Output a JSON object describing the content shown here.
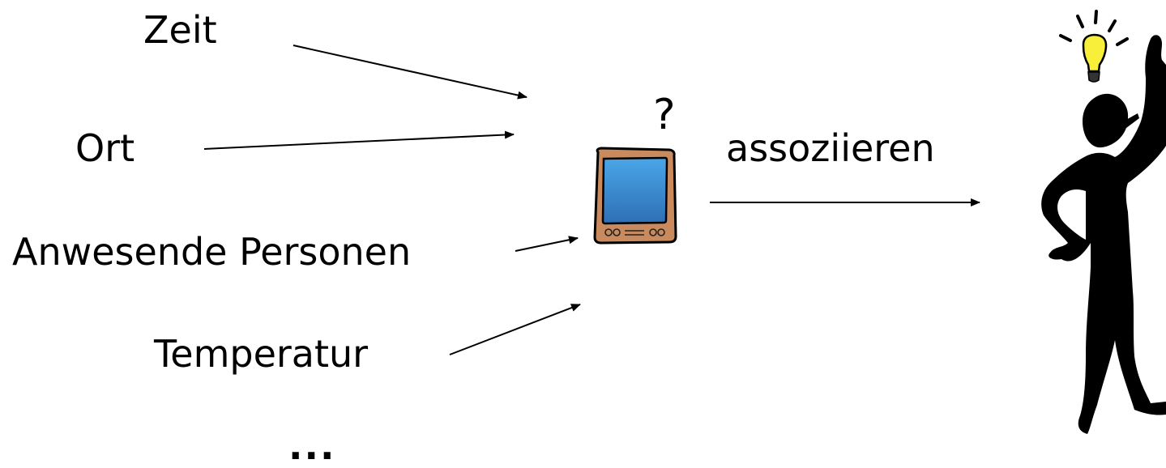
{
  "inputs": {
    "zeit": "Zeit",
    "ort": "Ort",
    "personen": "Anwesende Personen",
    "temperatur": "Temperatur",
    "more": "..."
  },
  "device": {
    "question": "?",
    "icon": "pda-device-icon"
  },
  "relation": {
    "label": "assoziieren"
  },
  "person": {
    "icon": "thinking-person-icon",
    "idea_icon": "lightbulb-icon"
  },
  "colors": {
    "line": "#000000",
    "screen": "#3a8fd6",
    "device_body": "#c98a5e",
    "bulb": "#f7ef3a"
  }
}
